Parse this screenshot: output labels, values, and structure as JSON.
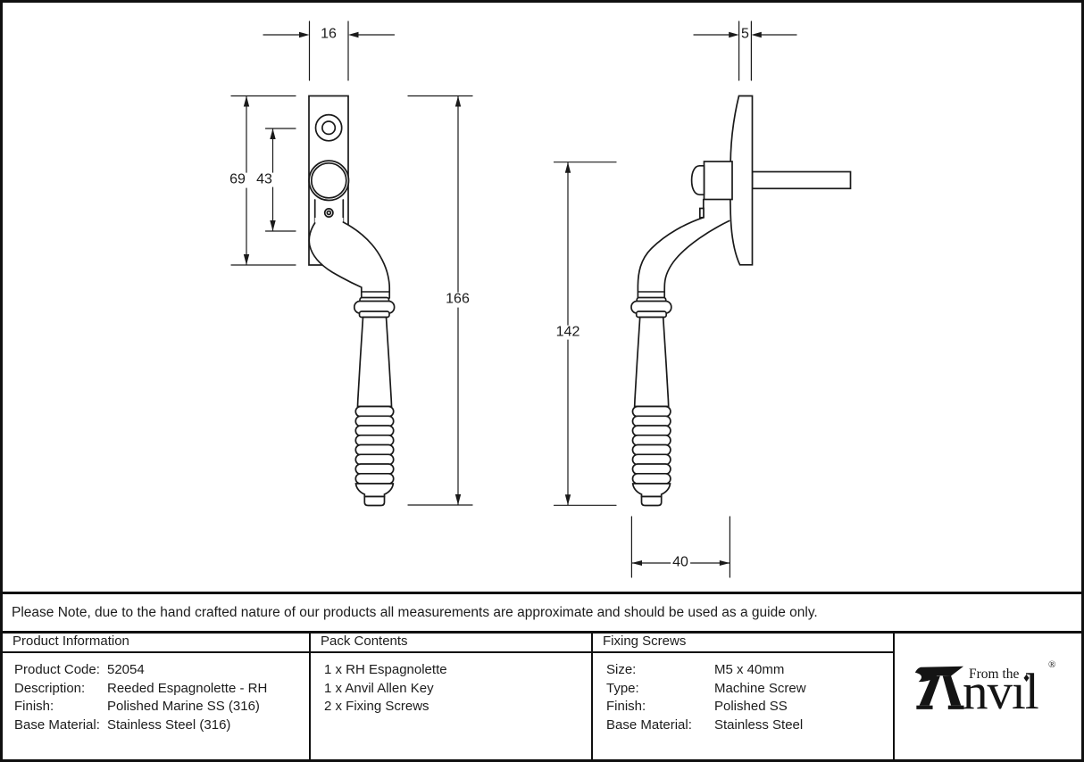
{
  "drawing": {
    "title": "Reeded Espagnolette technical drawing, front and side views",
    "dims": {
      "plate_width": "16",
      "plate_height": "69",
      "fixing_centres": "43",
      "overall_height": "166",
      "plate_thickness": "5",
      "handle_drop": "142",
      "projection": "40"
    }
  },
  "note": {
    "text": "Please Note, due to the hand crafted nature of our products all measurements are approximate and should be used as a guide only."
  },
  "table": {
    "columns": [
      {
        "header": "Product Information",
        "rows": [
          {
            "label": "Product Code:",
            "value": "52054"
          },
          {
            "label": "Description:",
            "value": "Reeded Espagnolette - RH"
          },
          {
            "label": "Finish:",
            "value": "Polished Marine SS (316)"
          },
          {
            "label": "Base Material:",
            "value": "Stainless Steel (316)"
          }
        ]
      },
      {
        "header": "Pack Contents",
        "items": [
          "1 x RH Espagnolette",
          "1 x Anvil Allen Key",
          "2 x Fixing Screws"
        ]
      },
      {
        "header": "Fixing Screws",
        "rows": [
          {
            "label": "Size:",
            "value": "M5 x 40mm"
          },
          {
            "label": "Type:",
            "value": "Machine Screw"
          },
          {
            "label": "Finish:",
            "value": "Polished SS"
          },
          {
            "label": "Base Material:",
            "value": "Stainless Steel"
          }
        ]
      }
    ]
  },
  "logo": {
    "prefix": "From the",
    "name_rest": "nvıl",
    "diamond": "♦",
    "registered": "®",
    "color": "#141414"
  },
  "colors": {
    "line": "#1a1a1a",
    "border": "#101010",
    "paper": "#ffffff"
  }
}
